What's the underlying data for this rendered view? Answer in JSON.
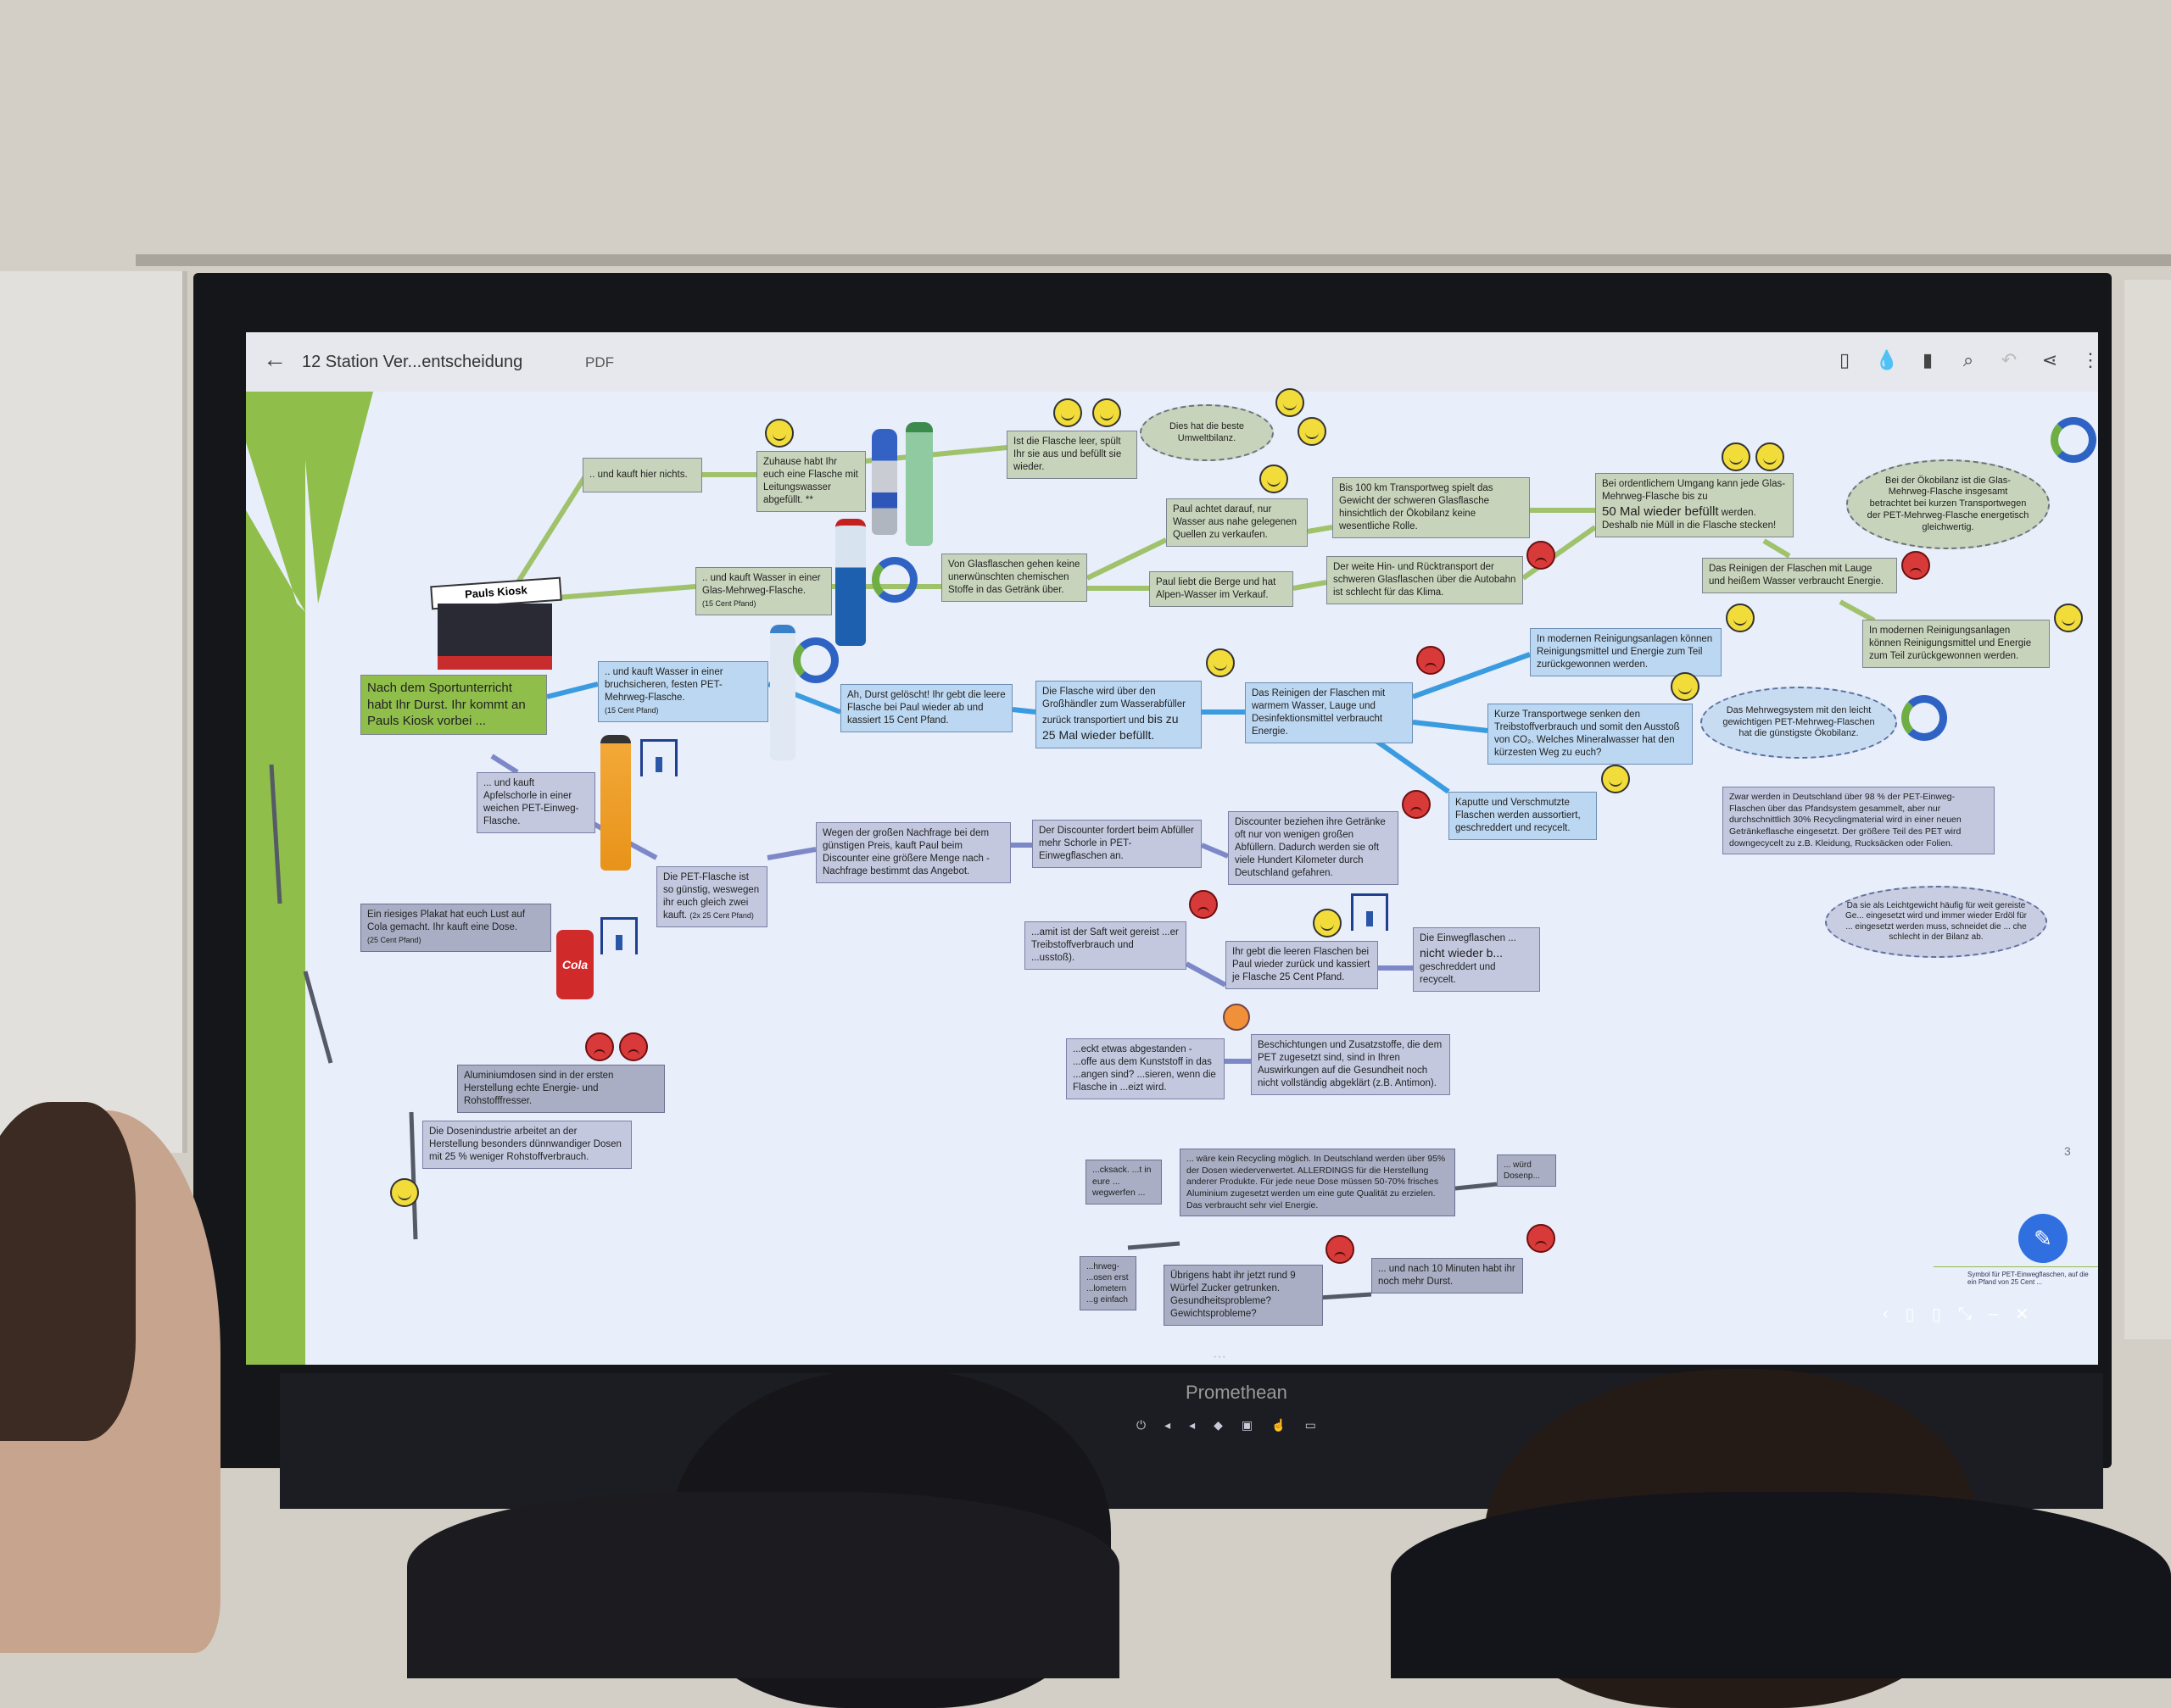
{
  "app": {
    "document_title": "12 Station Ver...entscheidung",
    "file_type": "PDF",
    "page_number": "3",
    "toolbar_icons": [
      "sidebar-icon",
      "ink-icon",
      "bookmark-icon",
      "search-icon",
      "undo-icon",
      "share-icon",
      "more-icon"
    ],
    "edit_button": "✎",
    "bottom_toolbar": [
      "‹",
      "▯",
      "▯",
      "⤡",
      "–",
      "✕"
    ]
  },
  "device": {
    "brand": "Promethean",
    "dots": "···"
  },
  "nodes": {
    "start": "Nach dem Sportunterricht habt Ihr Durst. Ihr kommt an Pauls Kiosk vorbei ...",
    "kiosk_sign": "Pauls Kiosk",
    "nothing": ".. und kauft hier nichts.",
    "home": "Zuhause habt Ihr euch eine Flasche mit Leitungswasser abgefüllt. **",
    "refill": "Ist die Flasche leer, spült Ihr sie aus und befüllt sie wieder.",
    "best": "Dies hat die beste Umweltbilanz.",
    "glass_buy": ".. und kauft Wasser in einer Glas-Mehrweg-Flasche.",
    "glass_deposit": "(15 Cent Pfand)",
    "glass_chem": "Von Glasflaschen gehen keine unerwünschten chemischen Stoffe in das Getränk über.",
    "paul_near": "Paul achtet darauf, nur Wasser aus nahe gelegenen Quellen zu verkaufen.",
    "paul_alps": "Paul liebt die Berge und hat Alpen-Wasser im Verkauf.",
    "km100": "Bis 100 km Transportweg spielt das Gewicht der schweren Glasflasche hinsichtlich der Ökobilanz keine wesentliche Rolle.",
    "long_transport": "Der weite Hin- und Rücktransport der schweren Glasflaschen über die Autobahn ist schlecht für das Klima.",
    "fifty_a": "Bei ordentlichem Umgang kann jede Glas-Mehrweg-Flasche bis zu",
    "fifty_b": "50 Mal  wieder befüllt",
    "fifty_c": "werden. Deshalb nie Müll in die Flasche stecken!",
    "oeko_glass": "Bei der Ökobilanz ist die Glas-Mehrweg-Flasche insgesamt betrachtet bei kurzen Transportwegen der PET-Mehrweg-Flasche energetisch gleichwertig.",
    "lye": "Das Reinigen der Flaschen mit Lauge und heißem Wasser verbraucht Energie.",
    "modern_g": "In modernen Reinigungsanlagen können Reinigungsmittel und Energie zum Teil zurückgewonnen werden.",
    "pet_buy": ".. und kauft Wasser in einer bruchsicheren, festen PET-Mehrweg-Flasche.",
    "pet_deposit": "(15 Cent Pfand)",
    "thirst": "Ah, Durst gelöscht! Ihr gebt die leere Flasche bei Paul wieder ab und kassiert 15 Cent Pfand.",
    "wholesale_a": "Die Flasche wird über den Großhändler zum Wasserabfüller zurück transportiert und",
    "wholesale_b": "bis zu 25 Mal wieder befüllt.",
    "warm_clean": "Das Reinigen der Flaschen mit warmem Wasser, Lauge und Desinfektionsmittel verbraucht Energie.",
    "modern_b": "In modernen Reinigungsanlagen können Reinigungsmittel und Energie zum Teil zurückgewonnen werden.",
    "short_routes": "Kurze Transportwege senken den Treibstoffverbrauch und somit den Ausstoß von CO₂. Welches Mineralwasser hat den kürzesten Weg zu euch?",
    "pet_mw_best": "Das Mehrwegsystem mit den leicht gewichtigen PET-Mehrweg-Flaschen hat die günstigste Ökobilanz.",
    "broken": "Kaputte und Verschmutzte Flaschen werden aussortiert, geschreddert und recycelt.",
    "recycling98": "Zwar werden in Deutschland über 98 % der PET-Einweg-Flaschen über das Pfandsystem gesammelt, aber nur durchschnittlich 30% Recyclingmaterial wird in einer neuen Getränkeflasche eingesetzt. Der größere Teil des PET wird downgecycelt zu z.B. Kleidung, Rucksäcken oder Folien.",
    "light": "Da sie als Leichtgewicht häufig für weit gereiste Ge... eingesetzt wird und immer wieder Erdöl für ... eingesetzt werden muss, schneidet die ... che schlecht in der Bilanz ab.",
    "apple": "... und kauft  Apfelschorle in einer weichen PET-Einweg-Flasche.",
    "cheap": "Die PET-Flasche ist so günstig, weswegen ihr euch gleich zwei kauft.",
    "cheap_deposit": "(2x 25 Cent Pfand)",
    "demand": "Wegen der großen Nachfrage bei dem günstigen Preis, kauft Paul beim Discounter eine größere Menge nach - Nachfrage bestimmt das Angebot.",
    "discounter": "Der Discounter fordert beim Abfüller mehr Schorle in PET-Einwegflaschen an.",
    "discounter_far": "Discounter beziehen ihre Getränke oft nur von wenigen großen Abfüllern. Dadurch werden sie oft viele Hundert Kilometer durch Deutschland gefahren.",
    "juice": "...amit ist der Saft weit gereist ...er Treibstoffverbrauch und ...usstoß).",
    "return25": "Ihr gebt die leeren Flaschen bei Paul wieder zurück und kassiert je Flasche 25 Cent Pfand.",
    "oneway_a": "Die Einwegflaschen ...",
    "oneway_b": "nicht wieder b...",
    "oneway_c": "geschreddert und recycelt.",
    "taste": "...eckt etwas abgestanden - ...offe aus dem Kunststoff in das ...angen sind? ...sieren, wenn die Flasche in ...eizt wird.",
    "coatings": "Beschichtungen und Zusatzstoffe, die dem PET zugesetzt sind, sind in Ihren Auswirkungen auf die Gesundheit noch nicht vollständig abgeklärt (z.B. Antimon).",
    "cola": "Ein riesiges Plakat hat euch Lust auf Cola gemacht. Ihr kauft eine Dose.",
    "cola_deposit": "(25 Cent Pfand)",
    "can_label": "Cola",
    "alu": "Aluminiumdosen sind in der ersten Herstellung echte Energie- und Rohstofffresser.",
    "thin": "Die Dosenindustrie arbeitet an der Herstellung besonders dünnwandiger Dosen mit 25 % weniger Rohstoffverbrauch.",
    "norecycle": "... wäre kein Recycling möglich. In Deutschland werden über 95% der Dosen wiederverwertet. ALLERDINGS für die Herstellung anderer Produkte. Für jede neue Dose müssen 50-70% frisches Aluminium zugesetzt werden um eine gute Qualität zu erzielen. Das verbraucht sehr viel Energie.",
    "backpack": "...cksack. ...t in eure ... wegwerfen ...",
    "mehrweg_partial": "...hrweg- ...osen erst ...lometern ...g einfach",
    "dosenp": "... würd Dosenp...",
    "sugar": "Übrigens habt ihr jetzt rund 9 Würfel Zucker getrunken. Gesundheitsprobleme? Gewichtsprobleme?",
    "more_thirst": "... und nach 10 Minuten habt ihr noch mehr Durst.",
    "legend": "Symbol für PET-Einwegflaschen, auf die ein Pfand von 25 Cent ..."
  },
  "colors": {
    "green": "#8fbe4b",
    "blue_line": "#3a9be0",
    "green_line": "#9fc26b",
    "purple_line": "#7d88c8",
    "accent": "#2f6fe0"
  }
}
